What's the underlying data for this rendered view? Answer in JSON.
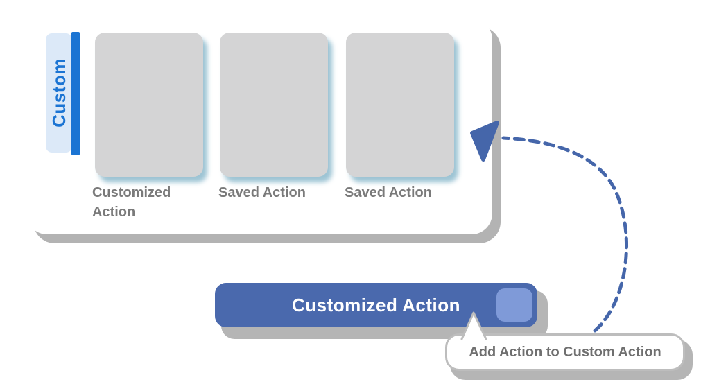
{
  "panel": {
    "tab_label": "Custom",
    "cards": [
      {
        "label": "Customized Action"
      },
      {
        "label": "Saved Action"
      },
      {
        "label": "Saved Action"
      }
    ]
  },
  "button": {
    "label": "Customized Action"
  },
  "tooltip": {
    "label": "Add Action to Custom Action"
  },
  "colors": {
    "accent_blue": "#1b74d3",
    "light_blue_strip": "#dce9f8",
    "card_gray": "#d4d4d5",
    "card_shadow_teal": "#7cb0c6",
    "shadow_gray": "#b3b3b3",
    "label_gray": "#7a7a7a",
    "button_blue": "#4a69ad",
    "button_square_blue": "#7f9ad8",
    "arrow_blue": "#4566aa",
    "tooltip_text_gray": "#6f6f6f"
  }
}
